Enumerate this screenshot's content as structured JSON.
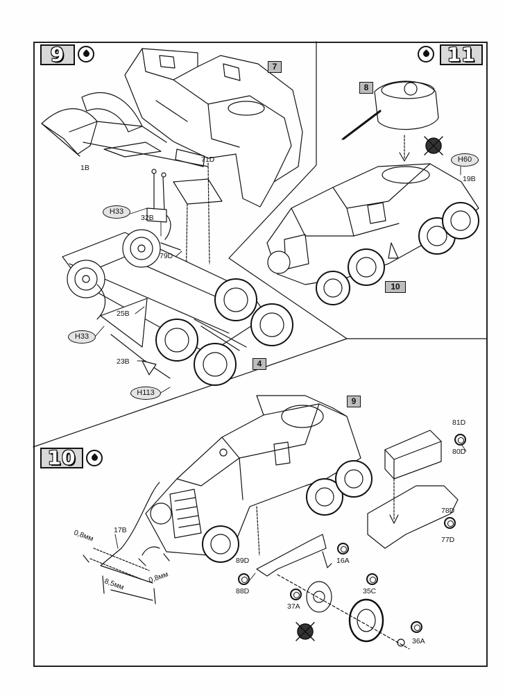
{
  "steps": {
    "step9": "9",
    "step11": "11",
    "step10": "10"
  },
  "sub_refs": {
    "ref7": "7",
    "ref8": "8",
    "ref10": "10",
    "ref4": "4",
    "ref9": "9"
  },
  "glue_labels": {
    "h33_top": "H33",
    "h33_bottom": "H33",
    "h113": "H113",
    "h60": "H60"
  },
  "part_labels": {
    "p1b": "1B",
    "p71d": "71D",
    "p32b": "32B",
    "p79d": "79D",
    "p25b": "25B",
    "p23b": "23B",
    "p19b": "19B",
    "p17b": "17B",
    "p81d": "81D",
    "p80d": "80D",
    "p78d": "78D",
    "p77d": "77D",
    "p16a": "16A",
    "p89d": "89D",
    "p88d": "88D",
    "p35c": "35C",
    "p37a": "37A",
    "p36a": "36A"
  },
  "dimensions": {
    "d1": "0,8мм",
    "d2": "8,5мм",
    "d3": "0,8мм"
  },
  "icons": [
    "glue-drop-icon",
    "do-not-glue-icon",
    "part-arrow-icon"
  ]
}
